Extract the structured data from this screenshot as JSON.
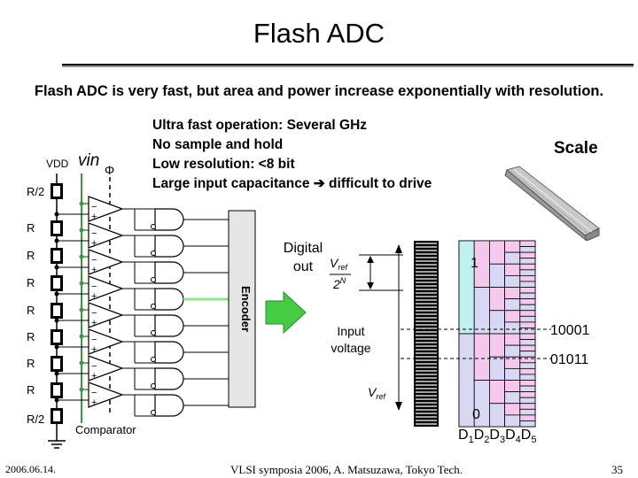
{
  "slide": {
    "title": "Flash ADC",
    "subtitle": "Flash ADC is very fast, but area and power increase exponentially with resolution.",
    "features": [
      "Ultra fast operation: Several GHz",
      "No sample and hold",
      "Low resolution: <8 bit",
      "Large input capacitance ➔ difficult to drive"
    ],
    "scale_label": "Scale",
    "footer": {
      "date": "2006.06.14.",
      "credit": "VLSI symposia 2006,  A. Matsuzawa, Tokyo Tech.",
      "page": "35"
    }
  },
  "circuit": {
    "vdd_label": "VDD",
    "vin_label": "vin",
    "phi_label": "Φ",
    "resistor_top_label": "R/2",
    "resistor_labels": [
      "R",
      "R",
      "R",
      "R",
      "R",
      "R",
      "R"
    ],
    "resistor_bottom_label": "R/2",
    "comparator_label": "Comparator",
    "encoder_label": "Encoder",
    "digital_out_label": "Digital out",
    "plus_sign": "+",
    "minus_sign": "−"
  },
  "quantization": {
    "step_formula": "Vref / 2^N",
    "step_num_label": "V",
    "step_num_sub": "ref",
    "step_den_label": "2",
    "step_den_sup": "N",
    "vref_label": "V",
    "vref_sub": "ref",
    "input_voltage_label": [
      "Input",
      "voltage"
    ],
    "top_value": "1",
    "bottom_value": "0",
    "code_upper": "10001",
    "code_lower": "01011",
    "bit_labels": [
      "D",
      "1",
      "D",
      "2",
      "D",
      "3",
      "D",
      "4",
      "D",
      "5"
    ]
  },
  "colors": {
    "comparator_out_highlight": "#88e888",
    "encoder_arrow": "#44cc44",
    "scale_lavender": "#d8d8f4",
    "scale_pink": "#f6c8ee",
    "scale_cyan": "#c0f0f0"
  }
}
